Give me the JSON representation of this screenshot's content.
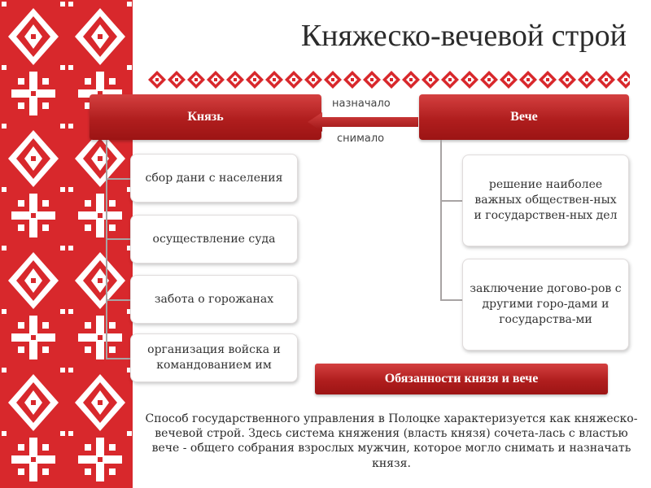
{
  "title": "Княжеско-вечевой строй",
  "prince": {
    "header": "Князь",
    "items": [
      "сбор дани с населения",
      "осуществление суда",
      "забота о горожанах",
      "организация войска и командованием им"
    ]
  },
  "veche": {
    "header": "Вече",
    "items": [
      "решение наиболее важных обществен-ных и государствен-ных дел",
      "заключение догово-ров с другими горо-дами и государства-ми"
    ]
  },
  "arrow": {
    "top_label": "назначало",
    "bottom_label": "снимало"
  },
  "duties_label": "Обязанности князя и вече",
  "caption": "Способ государственного управления в Полоцке характеризуется как княжеско-вечевой строй. Здесь система княжения (власть князя) сочета-лась с властью вече - общего собрания взрослых мужчин, которое могло снимать и назначать князя.",
  "colors": {
    "accent_red": "#c0262b",
    "ornament_red": "#d8282c"
  },
  "icons": {
    "arrow": "left-arrow-icon"
  }
}
